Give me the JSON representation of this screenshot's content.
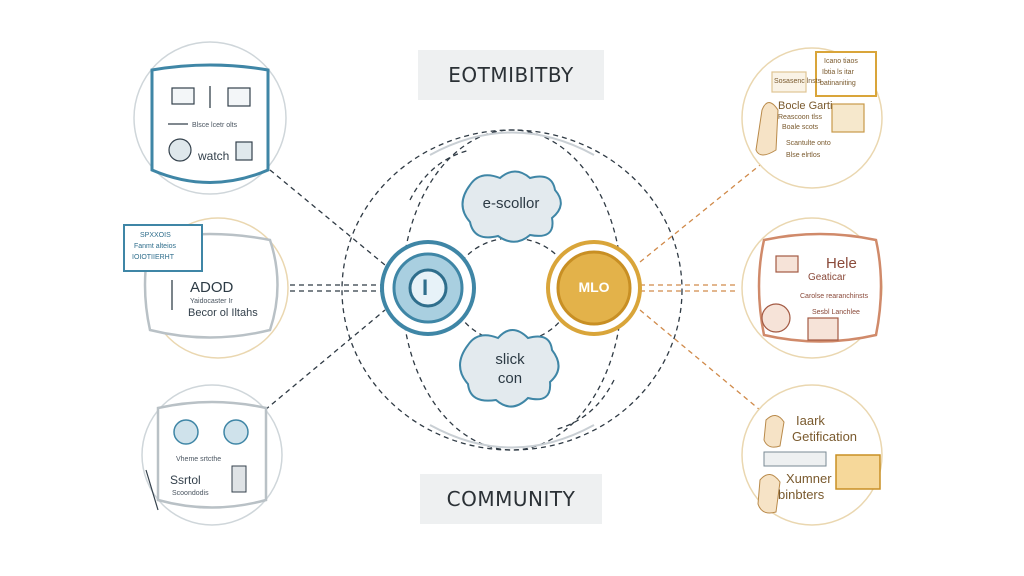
{
  "header": {
    "top_label": "EOTMIBITBY",
    "bottom_label": "COMMUNITY"
  },
  "center": {
    "left_hub": "I",
    "right_hub": "MLO",
    "upper_cloud": "e-scollor",
    "lower_cloud": [
      "slick",
      "con"
    ]
  },
  "left_nodes": [
    {
      "lines": [
        "watch"
      ],
      "small": [
        "Blsce lcetr olts"
      ]
    },
    {
      "lines": [
        "ADOD",
        "Becor ol Iltahs"
      ],
      "callout": [
        "SPXXOIS",
        "Fanmt alteios",
        "IOIOTIIERHT"
      ],
      "small": [
        "Yaidocaster Ir"
      ]
    },
    {
      "lines": [
        "Ssrtol"
      ],
      "small": [
        "Vheme srtcthe",
        "Scoondodis"
      ]
    }
  ],
  "right_nodes": [
    {
      "callout": [
        "Icano tiaos",
        "Ibtia ls itar",
        "batinaniting"
      ],
      "lines": [
        "Bocle Garti"
      ],
      "small": [
        "Sosasenc lnsts",
        "Reascoon tlss",
        "Boale scots",
        "Scantulte onto",
        "Blse elrtlos"
      ]
    },
    {
      "lines": [
        "Hele",
        "Geaticar"
      ],
      "small": [
        "Carolse rearanchinsts",
        "Sesbl Lanchlee"
      ]
    },
    {
      "lines": [
        "Iaark",
        "Getification",
        "Xumner",
        "binbters"
      ]
    }
  ],
  "colors": {
    "teal": "#3f86a6",
    "gold": "#d9a53a",
    "peach": "#e8c596",
    "rust": "#d08a6a",
    "line": "#2f3a44"
  },
  "icons": [
    "clipboard-icon",
    "person-icon",
    "laptop-icon",
    "arrow-icon",
    "gear-icon"
  ]
}
